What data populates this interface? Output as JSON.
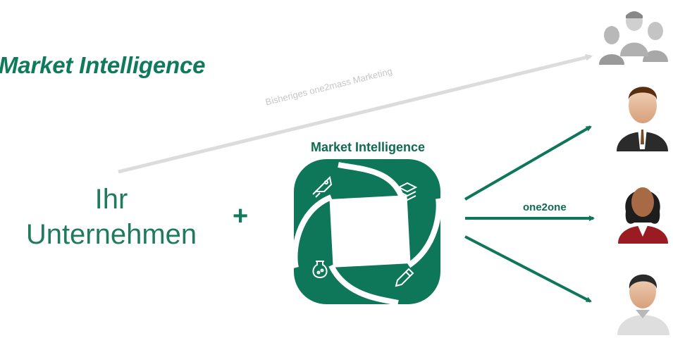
{
  "title": "Market Intelligence",
  "company": {
    "line1": "Ihr",
    "line2": "Unternehmen"
  },
  "plus": "+",
  "logo": {
    "label": "Market Intelligence"
  },
  "diagonal_label": "Bisheriges one2mass Marketing",
  "one2one_label": "one2one",
  "icons": [
    "rocket-icon",
    "layers-icon",
    "flask-icon",
    "pencil-icon",
    "crowd-icon",
    "businessman-icon",
    "businesswoman-icon",
    "casual-man-icon"
  ],
  "colors": {
    "brand_green": "#0e7659",
    "light_gray": "#d9d9d9"
  }
}
